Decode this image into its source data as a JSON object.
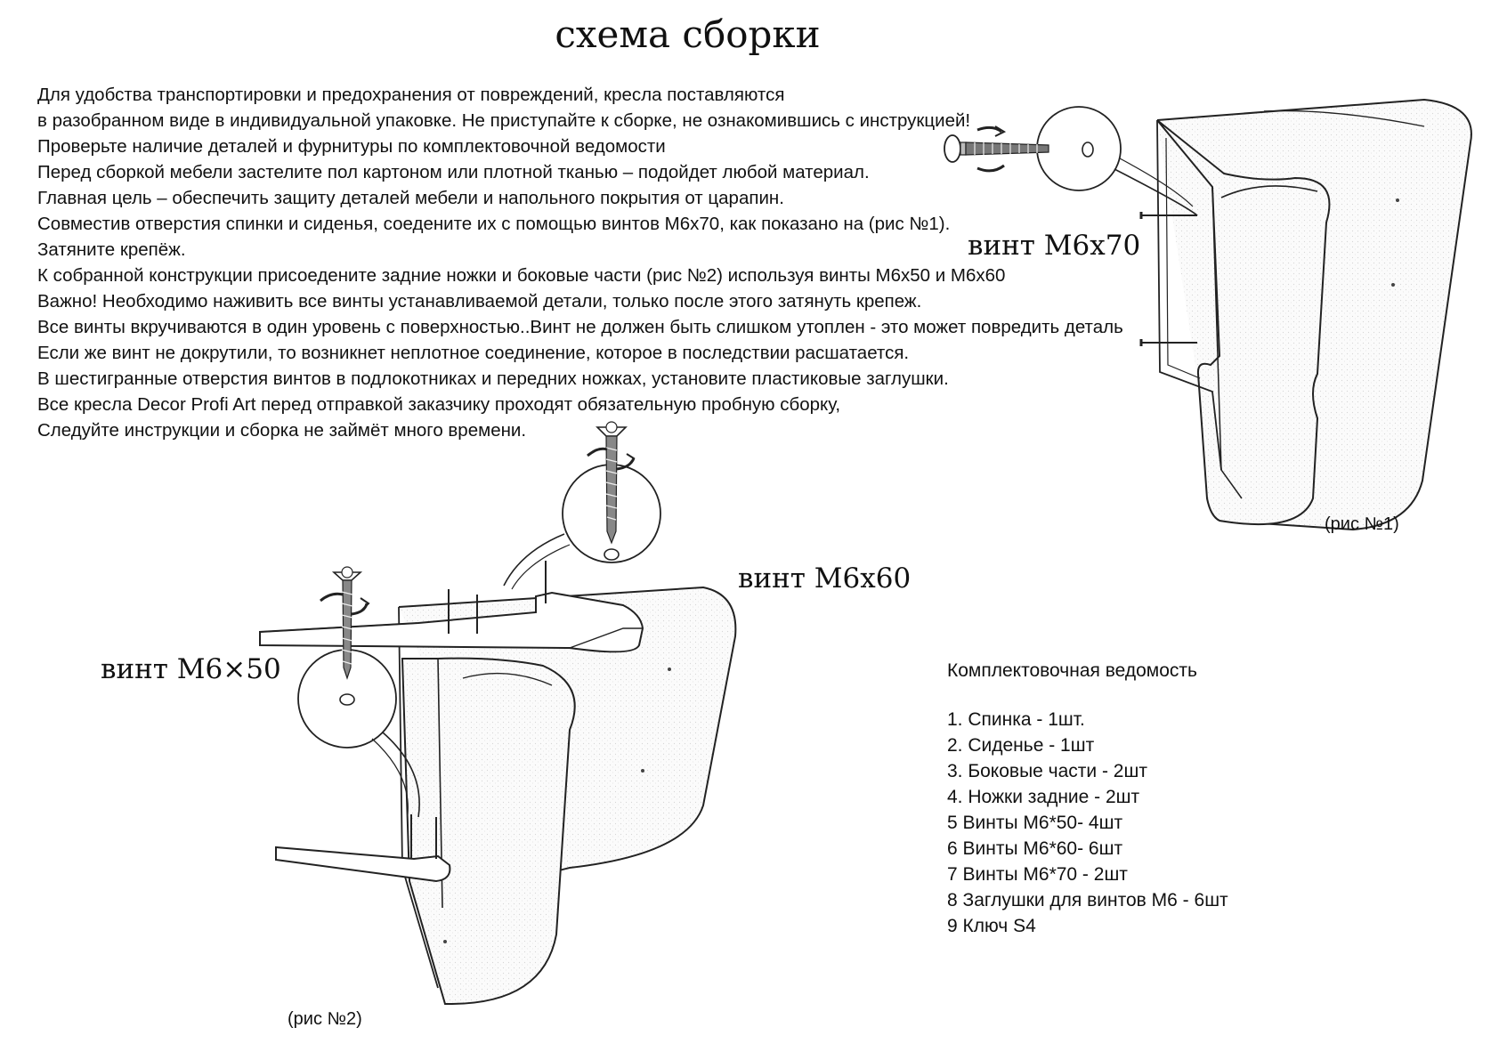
{
  "title": "схема сборки",
  "instructions": [
    "Для удобства транспортировки и предохранения от повреждений, кресла поставляются",
    "в разобранном виде в индивидуальной упаковке.  Не приступайте к сборке, не ознакомившись с инструкцией!",
    "Проверьте наличие деталей и фурнитуры по комплектовочной ведомости",
    "Перед сборкой мебели застелите пол  картоном или плотной тканью – подойдет любой материал.",
    "Главная цель – обеспечить защиту деталей мебели и напольного покрытия от царапин.",
    "Совместив отверстия спинки и сиденья, соедените их с помощью винтов М6х70, как показано на (рис №1).",
    "Затяните крепёж.",
    "К собранной конструкции присоедените  задние ножки и боковые части (рис №2) используя винты М6х50 и М6х60",
    "Важно! Необходимо наживить все винты устанавливаемой детали, только после этого затянуть крепеж.",
    "Все винты вкручиваются в один уровень с поверхностью..Винт не должен быть слишком утоплен - это может повредить деталь",
    "Если же винт не докрутили, то возникнет неплотное соединение, которое в последствии расшатается.",
    "В шестигранные отверстия винтов  в подлокотниках и передних ножках, установите пластиковые заглушки.",
    "Все кресла Decor Profi Art перед отправкой заказчику проходят обязательную пробную сборку,",
    "Следуйте инструкции и сборка не займёт много времени."
  ],
  "figure1": {
    "screw_label": "винт М6х70",
    "caption": "(рис №1)"
  },
  "figure2": {
    "screw_label_top": "винт М6х60",
    "screw_label_left": "винт М6×50",
    "caption": "(рис №2)"
  },
  "parts_list": {
    "title": "Комплектовочная ведомость",
    "items": [
      "1. Спинка - 1шт.",
      "2. Сиденье - 1шт",
      "3. Боковые части - 2шт",
      "4. Ножки задние - 2шт",
      "5  Винты М6*50- 4шт",
      "6  Винты М6*60- 6шт",
      "7  Винты М6*70 - 2шт",
      "8  Заглушки для винтов М6 - 6шт",
      "9  Ключ S4"
    ]
  }
}
